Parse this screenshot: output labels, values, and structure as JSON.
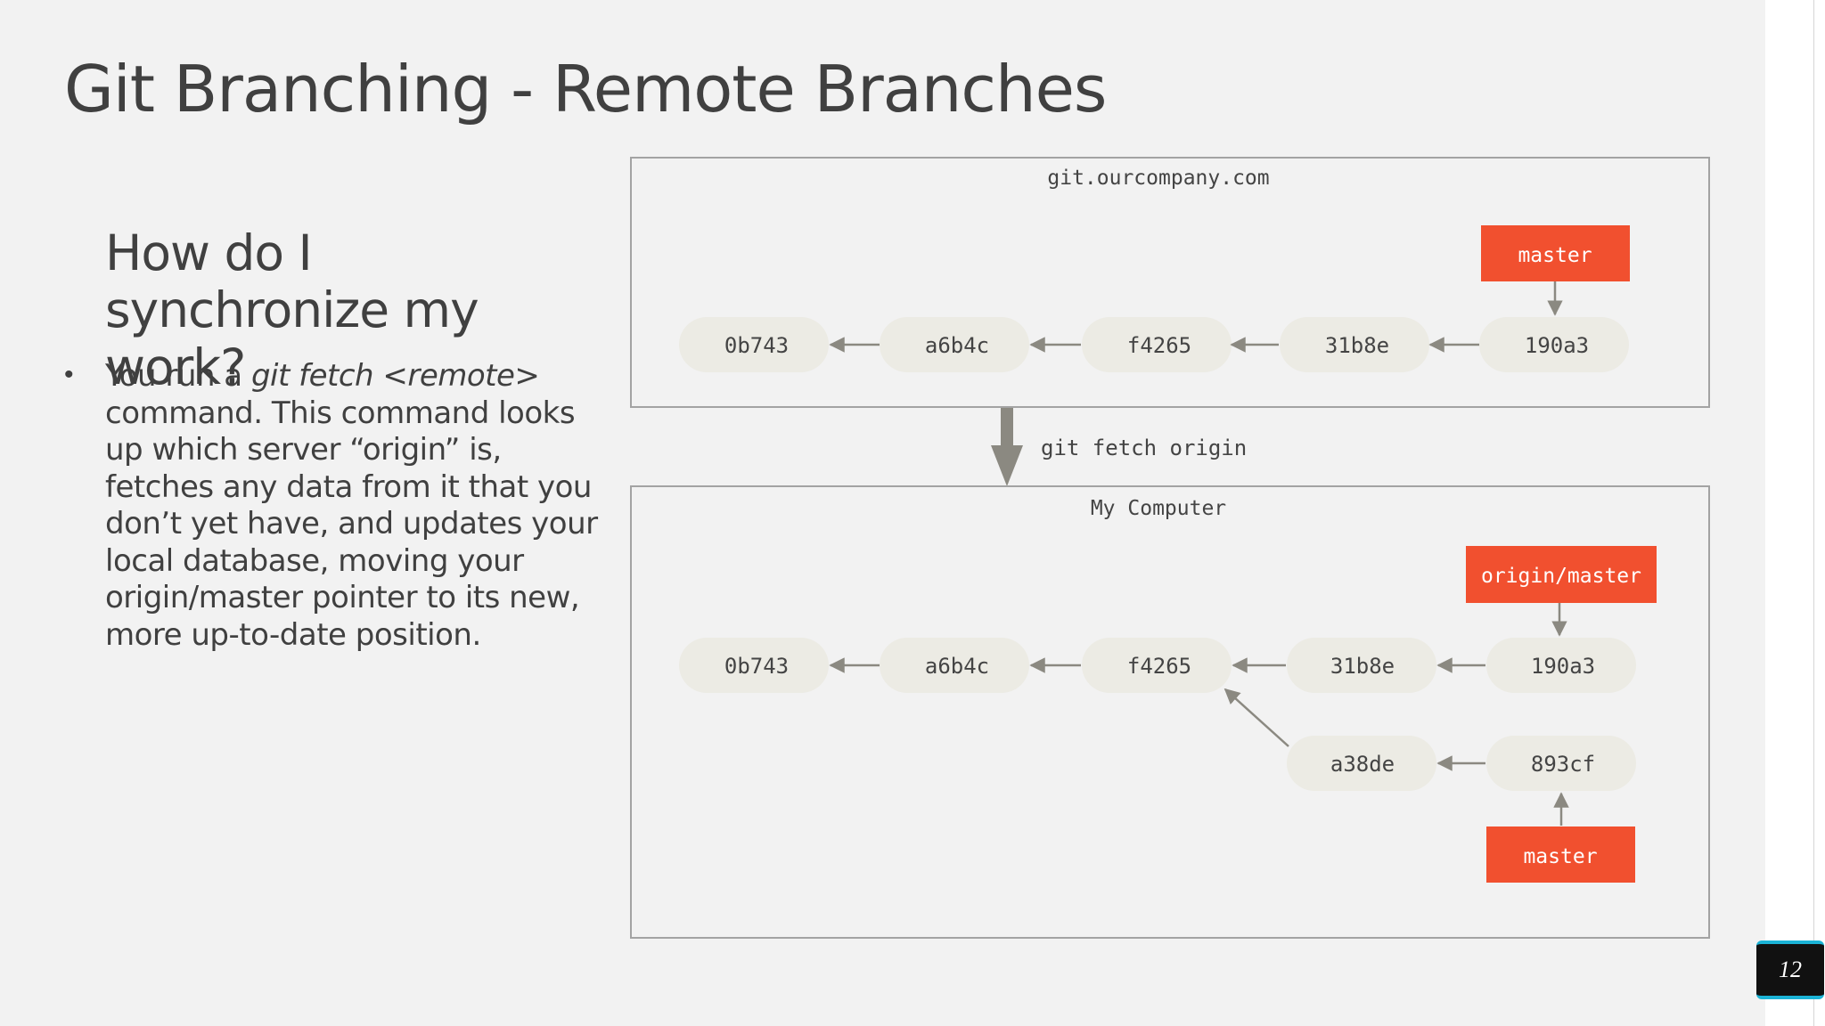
{
  "slide": {
    "title": "Git Branching - Remote Branches",
    "subheading": "How do I synchronize my work?",
    "bullet": {
      "part1": "You run a ",
      "command": "git fetch <remote>",
      "part2": " command. This command looks up which server “origin” is, fetches any data from it that you don’t yet have, and updates your local database, moving your origin/master pointer to its new, more up-to-date position."
    },
    "page_number": "12"
  },
  "diagram": {
    "server": {
      "label": "git.ourcompany.com",
      "commits": [
        "0b743",
        "a6b4c",
        "f4265",
        "31b8e",
        "190a3"
      ],
      "branch": "master"
    },
    "fetch_label": "git fetch origin",
    "local": {
      "label": "My Computer",
      "commits": [
        "0b743",
        "a6b4c",
        "f4265",
        "31b8e",
        "190a3"
      ],
      "new_commits": [
        "a38de",
        "893cf"
      ],
      "remote_branch": "origin/master",
      "branch": "master"
    },
    "colors": {
      "branch_fill": "#f1502f",
      "commit_fill": "#ecebe4",
      "arrow": "#8b8981",
      "box_border": "#a3a3a3"
    }
  }
}
